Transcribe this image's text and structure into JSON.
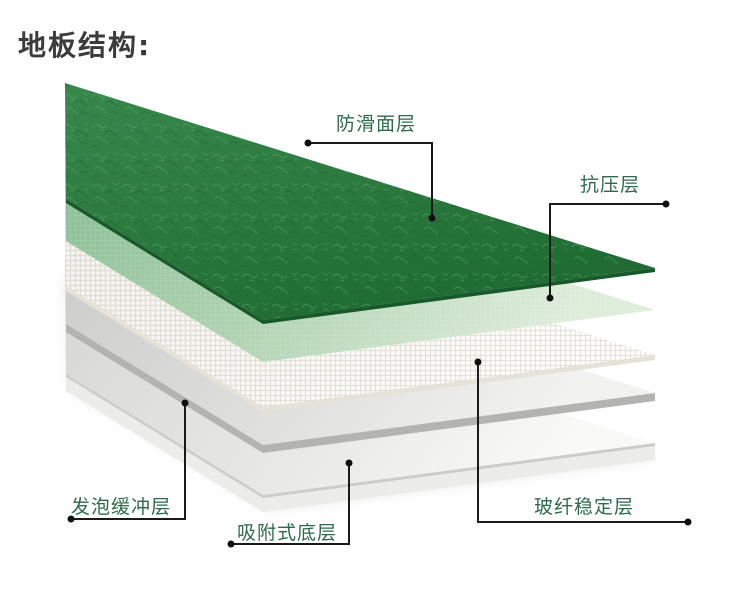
{
  "title": "地板结构:",
  "diagram": {
    "description": "exploded isometric stack of vinyl sports-floor layers",
    "layers": [
      {
        "key": "anti-slip-surface-layer",
        "label": "防滑面层",
        "color": "#2e7d3e"
      },
      {
        "key": "compression-resistant-layer",
        "label": "抗压层",
        "color": "#a4cda8"
      },
      {
        "key": "glass-fiber-stable-layer",
        "label": "玻纤稳定层",
        "color": "#f4f2ec"
      },
      {
        "key": "foam-cushion-layer",
        "label": "发泡缓冲层",
        "color": "#d9d9d7"
      },
      {
        "key": "suction-bottom-layer",
        "label": "吸附式底层",
        "color": "#e9e9e7"
      }
    ],
    "palette": {
      "title_text": "#3b3b3b",
      "label_text": "#2e6b4c",
      "leader_line": "#1a1a1a",
      "background": "#ffffff"
    }
  }
}
